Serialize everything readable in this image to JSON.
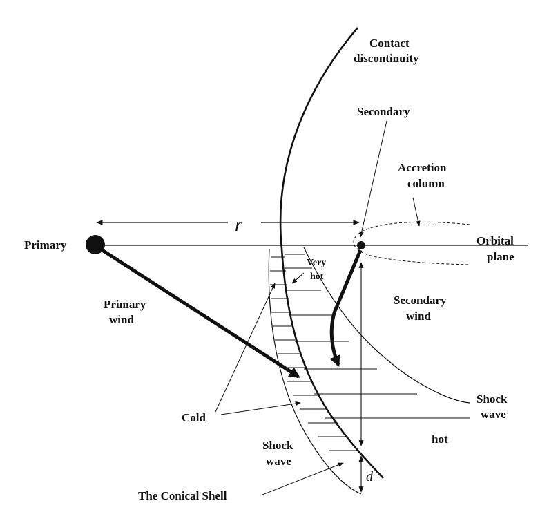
{
  "labels": {
    "contact_line1": "Contact",
    "contact_line2": "discontinuity",
    "secondary": "Secondary",
    "accretion_line1": "Accretion",
    "accretion_line2": "column",
    "r": "r",
    "primary": "Primary",
    "orbital_line1": "Orbital",
    "orbital_line2": "plane",
    "very_hot_line1": "Very",
    "very_hot_line2": "hot",
    "primary_wind_line1": "Primary",
    "primary_wind_line2": "wind",
    "secondary_wind_line1": "Secondary",
    "secondary_wind_line2": "wind",
    "shock_right_line1": "Shock",
    "shock_right_line2": "wave",
    "cold": "Cold",
    "hot": "hot",
    "shock_left_line1": "Shock",
    "shock_left_line2": "wave",
    "d": "d",
    "conical_shell": "The Conical Shell"
  },
  "colors": {
    "ink": "#111111",
    "background": "#ffffff"
  }
}
